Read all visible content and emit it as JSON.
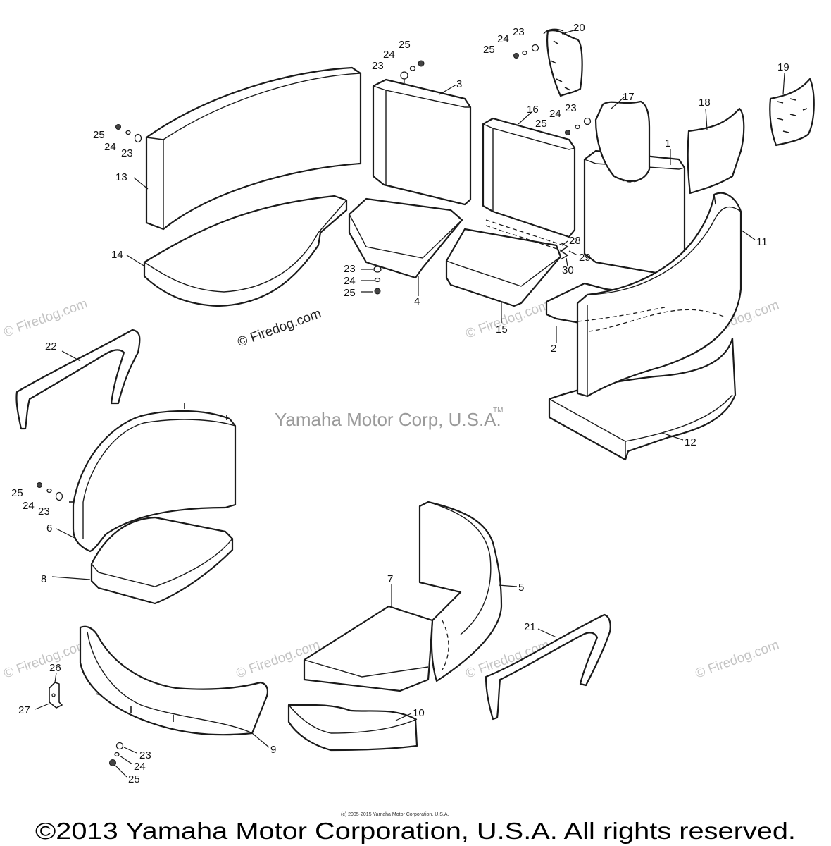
{
  "diagram": {
    "callouts": {
      "c1": "1",
      "c2": "2",
      "c3": "3",
      "c4": "4",
      "c5": "5",
      "c6": "6",
      "c7": "7",
      "c8": "8",
      "c9": "9",
      "c10": "10",
      "c11": "11",
      "c12": "12",
      "c13": "13",
      "c14": "14",
      "c15": "15",
      "c16": "16",
      "c17": "17",
      "c18": "18",
      "c19": "19",
      "c20": "20",
      "c21": "21",
      "c22": "22",
      "c26": "26",
      "c27": "27",
      "c28": "28",
      "c29": "29",
      "c30": "30"
    },
    "hardware": {
      "washer": "23",
      "lock_washer": "24",
      "nut": "25"
    },
    "watermarks": {
      "firedog": "© Firedog.com",
      "yamaha": "Yamaha Motor Corp, U.S.A.",
      "tm": "TM"
    },
    "fine_print": "(c) 2005-2015 Yamaha Motor Corporation, U.S.A.",
    "copyright": "©2013 Yamaha Motor Corporation, U.S.A. All rights reserved."
  }
}
